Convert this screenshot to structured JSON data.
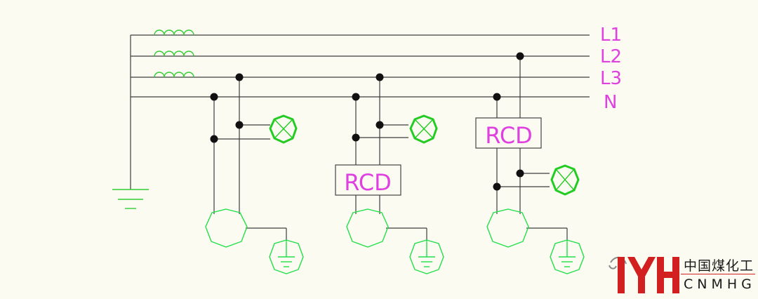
{
  "diagram": {
    "title": "Residual current device wiring on three-phase four-wire supply",
    "phase_labels": [
      "L1",
      "L2",
      "L3",
      "N"
    ],
    "rcd_label": "RCD",
    "colors": {
      "background": "#fcfbf2",
      "wire": "#3c3c3c",
      "label": "#e040e0",
      "equipment": "#22e04a",
      "lamp": "#22cc22",
      "coil": "#33cc33",
      "node": "#111111",
      "box": "#444444"
    },
    "circuits": [
      {
        "name": "circuit-1",
        "has_rcd": false
      },
      {
        "name": "circuit-2",
        "has_rcd": true
      },
      {
        "name": "circuit-3",
        "has_rcd": true
      }
    ]
  },
  "logo": {
    "cn_text": "中国煤化工",
    "en_text": "CNMHG",
    "colors": {
      "mark": "#d21f1f",
      "text": "#1a1a1a"
    }
  }
}
